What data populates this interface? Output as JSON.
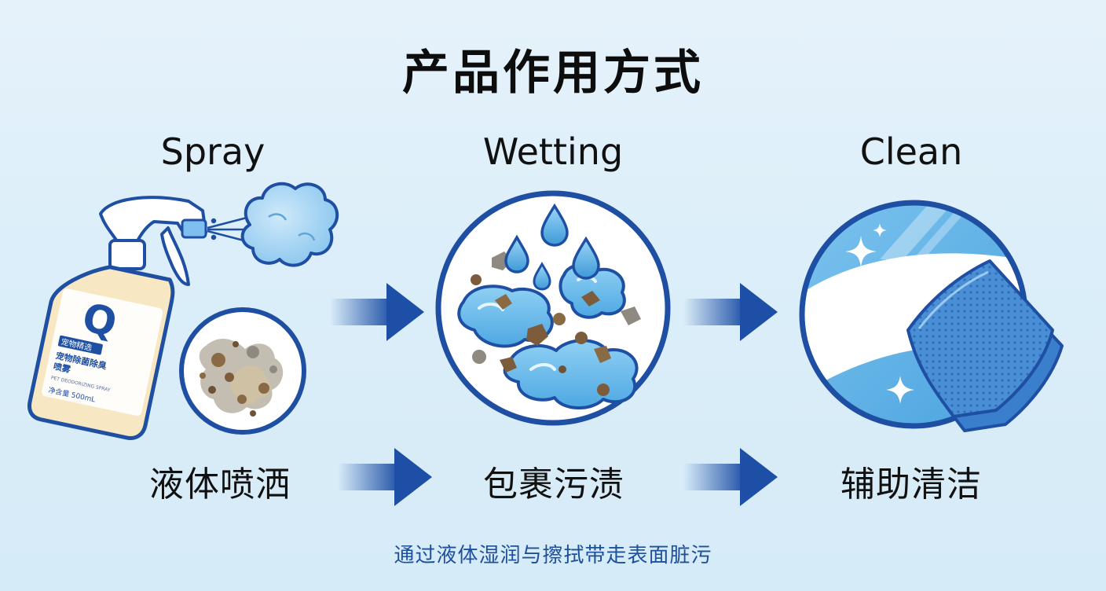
{
  "title": "产品作用方式",
  "steps": [
    {
      "en": "Spray",
      "cn": "液体喷洒"
    },
    {
      "en": "Wetting",
      "cn": "包裹污渍"
    },
    {
      "en": "Clean",
      "cn": "辅助清洁"
    }
  ],
  "footer": "通过液体湿润与擦拭带走表面脏污",
  "bottle": {
    "badge": "宠物精选",
    "name_line1": "宠物除菌除臭",
    "name_line2": "喷雾",
    "small_line": "PET DEODORIZING SPRAY",
    "volume": "净含量 500mL"
  },
  "colors": {
    "primary": "#1e4fa3",
    "arrow": "#1d4fa6",
    "light_blue": "#5fb2e6",
    "pale_blue": "#a9d6f2",
    "stain_brown": "#8a6a45",
    "stain_gray": "#9c9a94",
    "bottle_fill": "#f7e7c3",
    "cloth": "#3f86cf"
  }
}
